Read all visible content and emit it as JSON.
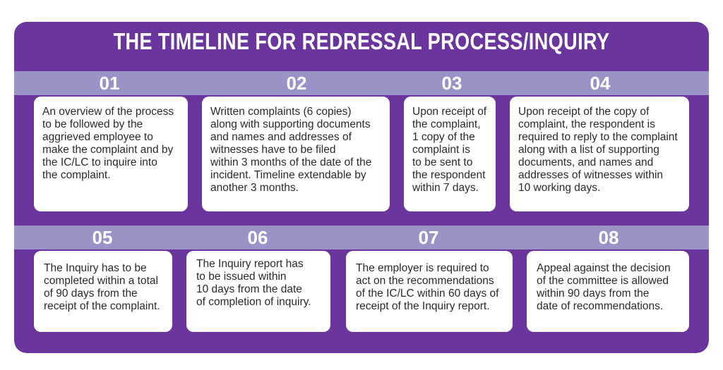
{
  "title": "THE TIMELINE FOR REDRESSAL PROCESS/INQUIRY",
  "colors": {
    "panel": "#6a359c",
    "band": "#9b92c8",
    "card": "#ffffff"
  },
  "steps": [
    {
      "number": "01",
      "text": "An overview of the process\nto be followed by the\naggrieved employee to\nmake the complaint and by\nthe IC/LC to inquire into\nthe complaint."
    },
    {
      "number": "02",
      "text": "Written complaints (6 copies)\nalong with supporting documents\nand names and addresses of\nwitnesses have to be filed\nwithin 3 months of the date of the\nincident.  Timeline extendable by\nanother 3 months."
    },
    {
      "number": "03",
      "text": "Upon receipt of\nthe complaint,\n1 copy of the\ncomplaint is\nto be sent to\nthe respondent\nwithin 7 days."
    },
    {
      "number": "04",
      "text": "Upon receipt of the copy of\ncomplaint, the respondent is\nrequired to reply to the complaint\nalong with a list of supporting\ndocuments, and names and\naddresses of witnesses within\n10 working days."
    },
    {
      "number": "05",
      "text": "The Inquiry has to be\ncompleted within a total\nof 90 days from the\nreceipt of the complaint."
    },
    {
      "number": "06",
      "text": "The Inquiry report has\nto be issued within\n10 days from the date\nof completion of inquiry."
    },
    {
      "number": "07",
      "text": "The employer is required to\nact on the recommendations\nof the IC/LC within 60 days of\nreceipt of the Inquiry report."
    },
    {
      "number": "08",
      "text": "Appeal against the decision\nof the committee is allowed\nwithin 90 days from the\ndate of recommendations."
    }
  ]
}
